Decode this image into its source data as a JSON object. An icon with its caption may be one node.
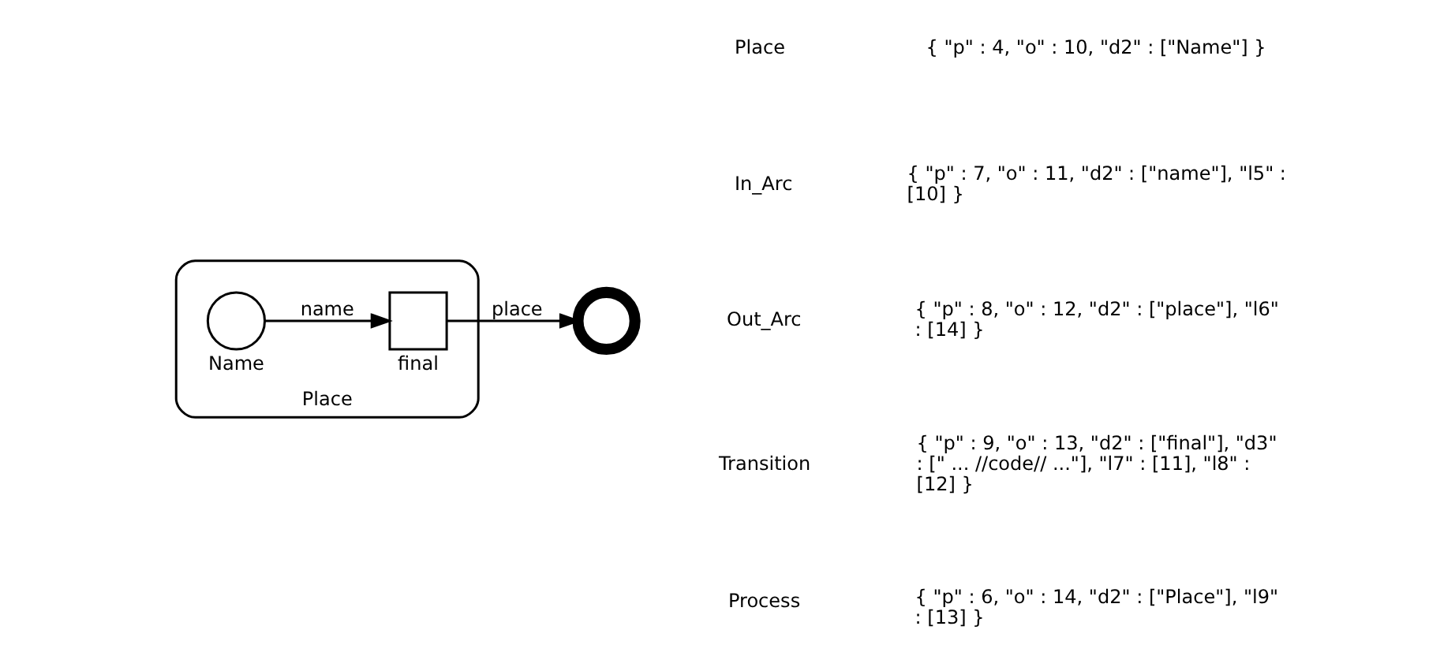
{
  "diagram": {
    "nodes": [
      {
        "text": [
          "Place"
        ]
      },
      {
        "text": [
          "Name"
        ],
        "in": 0
      },
      {
        "text": [
          "final"
        ],
        "in": 0
      },
      {
        "text": [],
        "shape": "circle"
      }
    ],
    "edges": [
      {
        "from": 1,
        "to": 2,
        "arrow": "to",
        "label": "name"
      },
      {
        "from": 2,
        "to": 3,
        "arrow": "to",
        "label": "place"
      }
    ],
    "labels": [
      "Place",
      "{ \"p\" : 4, \"o\" : 10, \"d2\" : [\"Name\"] }",
      "In_Arc",
      "{ \"p\" : 7, \"o\" : 11, \"d2\" : [\"name\"], \"l5\" : [10] }",
      "Out_Arc",
      "{ \"p\" : 8, \"o\" : 12, \"d2\" : [\"place\"], \"l6\" : [14] }",
      "Transition",
      "{ \"p\" : 9, \"o\" : 13, \"d2\" : [\"final\"], \"d3\" : [\" ... //code// ...\"], \"l7\" : [11], \"l8\" : [12] }",
      "Process",
      "{ \"p\" : 6, \"o\" : 14, \"d2\" : [\"Place\"], \"l9\" : [13] }"
    ]
  }
}
